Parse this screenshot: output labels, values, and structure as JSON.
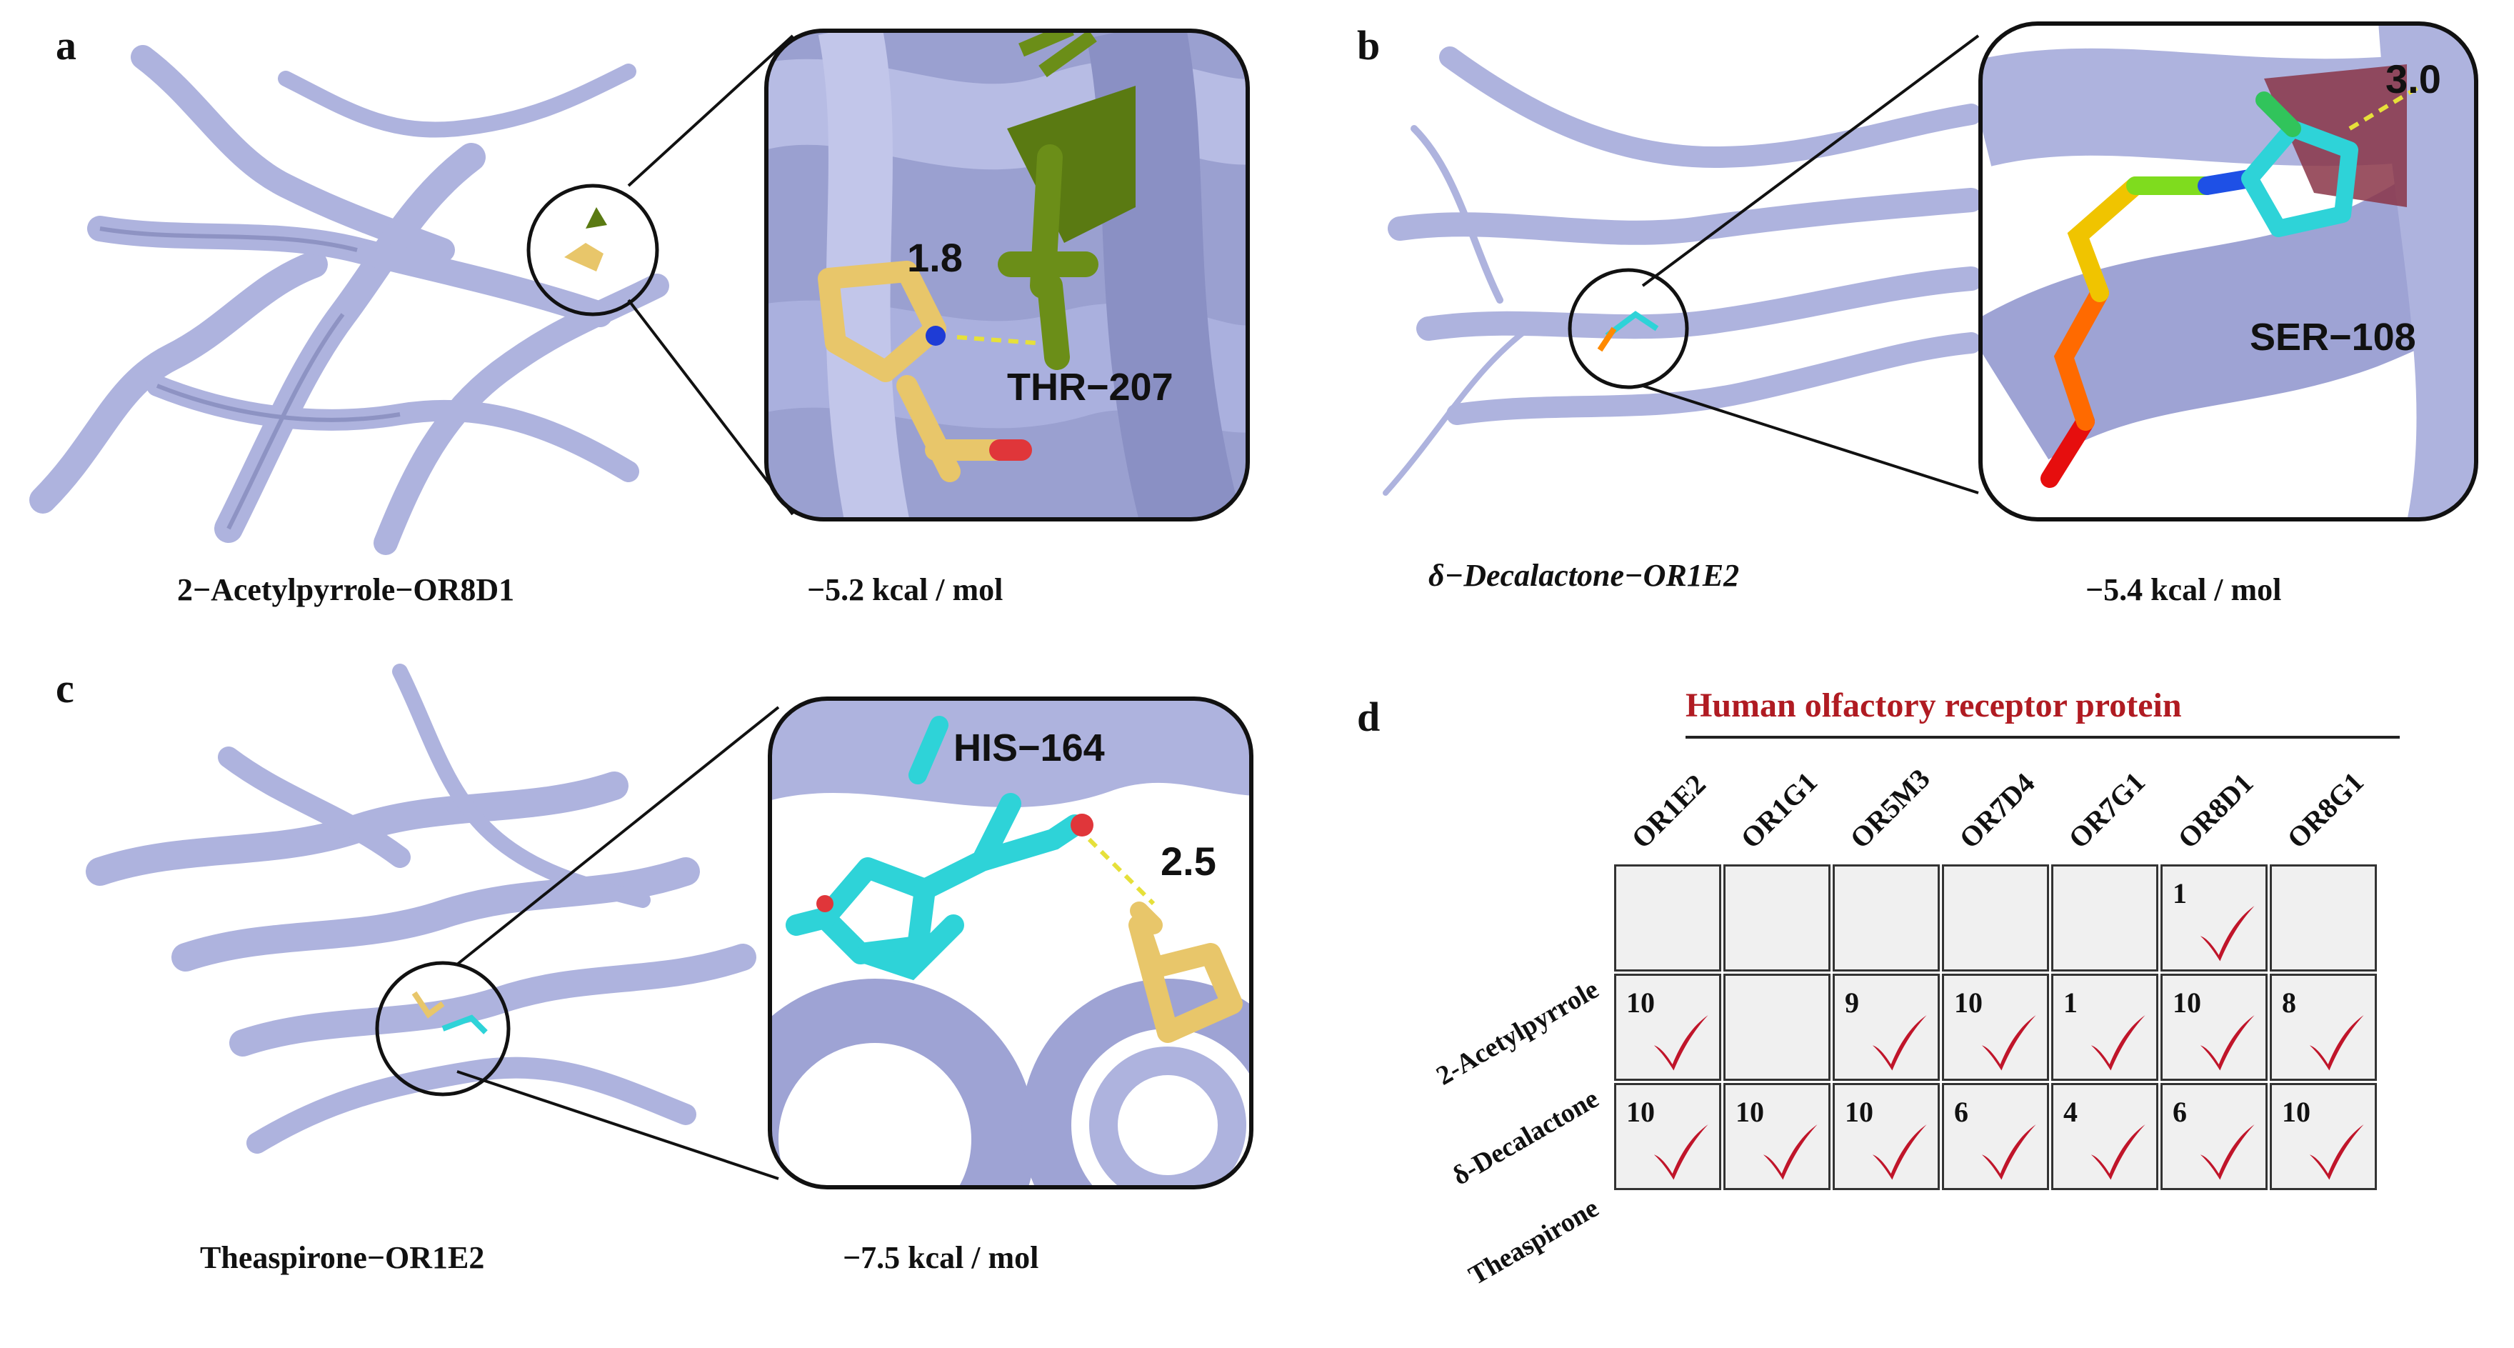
{
  "panels": [
    {
      "id": "a",
      "label": "a",
      "ligand_receptor": "2−Acetylpyrrole−OR8D1",
      "energy": "−5.2 kcal / mol",
      "distance": "1.8",
      "residue": "THR−207"
    },
    {
      "id": "b",
      "label": "b",
      "ligand_receptor": "δ−Decalactone−OR1E2",
      "energy": "−5.4 kcal / mol",
      "distance": "3.0",
      "residue": "SER−108"
    },
    {
      "id": "c",
      "label": "c",
      "ligand_receptor": "Theaspirone−OR1E2",
      "energy": "−7.5 kcal / mol",
      "distance": "2.5",
      "residue": "HIS−164"
    }
  ],
  "table": {
    "label": "d",
    "title": "Human olfactory receptor protein",
    "columns": [
      "OR1E2",
      "OR1G1",
      "OR5M3",
      "OR7D4",
      "OR7G1",
      "OR8D1",
      "OR8G1"
    ],
    "rows": [
      {
        "name": "2-Acetylpyrrole",
        "cells": [
          null,
          null,
          null,
          null,
          null,
          "1",
          null
        ]
      },
      {
        "name": "δ-Decalactone",
        "cells": [
          "10",
          null,
          "9",
          "10",
          "1",
          "10",
          "8"
        ]
      },
      {
        "name": "Theaspirone",
        "cells": [
          "10",
          "10",
          "10",
          "6",
          "4",
          "6",
          "10"
        ]
      }
    ]
  },
  "colors": {
    "protein": "#aeb3de",
    "protein_dark": "#8086b8",
    "check": "#c0152a",
    "table_title": "#b01b22",
    "ligand_yellow": "#e8c66a",
    "ligand_cyan": "#2ed3d8",
    "residue_green": "#5a7a12",
    "residue_maroon": "#8a3548"
  },
  "icons": {
    "check": "check-mark-icon"
  }
}
